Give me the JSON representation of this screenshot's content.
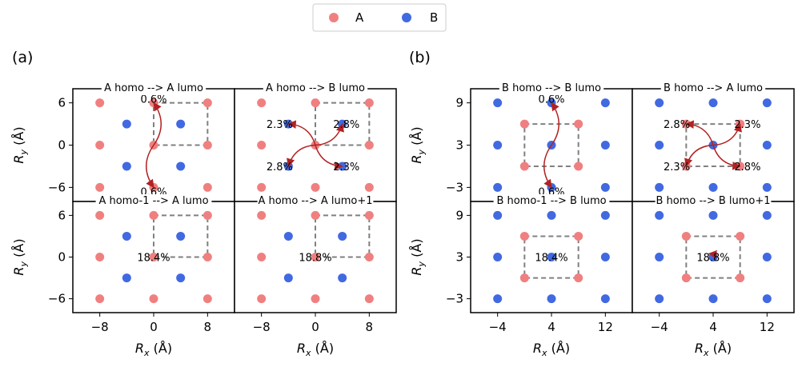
{
  "legend": {
    "position": "top-center",
    "entries": [
      {
        "label": "A",
        "color": "#f08080"
      },
      {
        "label": "B",
        "color": "#4169e1"
      }
    ]
  },
  "panel_labels": [
    "(a)",
    "(b)"
  ],
  "chart_data": [
    {
      "type": "scatter",
      "title": "A homo --> A lumo",
      "xlim": [
        -12,
        12
      ],
      "ylim": [
        -8,
        8
      ],
      "xticks": [
        -8,
        0,
        8
      ],
      "yticks": [
        -6,
        0,
        6
      ],
      "xlabel": "",
      "ylabel": "R_y (Å)",
      "series": [
        {
          "name": "A",
          "color": "#f08080",
          "points": [
            [
              -8,
              6
            ],
            [
              0,
              6
            ],
            [
              8,
              6
            ],
            [
              -8,
              0
            ],
            [
              0,
              0
            ],
            [
              8,
              0
            ],
            [
              -8,
              -6
            ],
            [
              0,
              -6
            ],
            [
              8,
              -6
            ]
          ]
        },
        {
          "name": "B",
          "color": "#4169e1",
          "points": [
            [
              -4,
              3
            ],
            [
              4,
              3
            ],
            [
              -4,
              -3
            ],
            [
              4,
              -3
            ]
          ]
        }
      ],
      "unit_cell": [
        [
          0,
          0
        ],
        [
          8,
          6
        ]
      ],
      "arrows": [
        {
          "to": [
            0,
            6
          ]
        },
        {
          "to": [
            0,
            -6
          ]
        }
      ],
      "annotations": [
        {
          "text": "0.6%",
          "at": [
            0,
            6.6
          ]
        },
        {
          "text": "0.6%",
          "at": [
            0,
            -6.6
          ]
        }
      ]
    },
    {
      "type": "scatter",
      "title": "A homo --> B lumo",
      "xlim": [
        -12,
        12
      ],
      "ylim": [
        -8,
        8
      ],
      "xticks": [
        -8,
        0,
        8
      ],
      "yticks": [
        -6,
        0,
        6
      ],
      "xlabel": "",
      "ylabel": "",
      "series": [
        {
          "name": "A",
          "color": "#f08080",
          "points": [
            [
              -8,
              6
            ],
            [
              0,
              6
            ],
            [
              8,
              6
            ],
            [
              -8,
              0
            ],
            [
              0,
              0
            ],
            [
              8,
              0
            ],
            [
              -8,
              -6
            ],
            [
              0,
              -6
            ],
            [
              8,
              -6
            ]
          ]
        },
        {
          "name": "B",
          "color": "#4169e1",
          "points": [
            [
              -4,
              3
            ],
            [
              4,
              3
            ],
            [
              -4,
              -3
            ],
            [
              4,
              -3
            ]
          ]
        }
      ],
      "unit_cell": [
        [
          0,
          0
        ],
        [
          8,
          6
        ]
      ],
      "arrows": [
        {
          "to": [
            -4,
            3
          ]
        },
        {
          "to": [
            4,
            3
          ]
        },
        {
          "to": [
            -4,
            -3
          ]
        },
        {
          "to": [
            4,
            -3
          ]
        }
      ],
      "annotations": [
        {
          "text": "2.3%",
          "at": [
            -5.3,
            3
          ]
        },
        {
          "text": "2.8%",
          "at": [
            4.6,
            3
          ]
        },
        {
          "text": "2.8%",
          "at": [
            -5.3,
            -3
          ]
        },
        {
          "text": "2.3%",
          "at": [
            4.6,
            -3
          ]
        }
      ]
    },
    {
      "type": "scatter",
      "title": "A homo-1 --> A lumo",
      "xlim": [
        -12,
        12
      ],
      "ylim": [
        -8,
        8
      ],
      "xticks": [
        -8,
        0,
        8
      ],
      "yticks": [
        -6,
        0,
        6
      ],
      "xlabel": "R_x (Å)",
      "ylabel": "R_y (Å)",
      "series": [
        {
          "name": "A",
          "color": "#f08080",
          "points": [
            [
              -8,
              6
            ],
            [
              0,
              6
            ],
            [
              8,
              6
            ],
            [
              -8,
              0
            ],
            [
              0,
              0
            ],
            [
              8,
              0
            ],
            [
              -8,
              -6
            ],
            [
              0,
              -6
            ],
            [
              8,
              -6
            ]
          ]
        },
        {
          "name": "B",
          "color": "#4169e1",
          "points": [
            [
              -4,
              3
            ],
            [
              4,
              3
            ],
            [
              -4,
              -3
            ],
            [
              4,
              -3
            ]
          ]
        }
      ],
      "unit_cell": [
        [
          0,
          0
        ],
        [
          8,
          6
        ]
      ],
      "arrows": [],
      "annotations": [
        {
          "text": "18.4%",
          "at": [
            0,
            0
          ]
        }
      ]
    },
    {
      "type": "scatter",
      "title": "A homo --> A lumo+1",
      "xlim": [
        -12,
        12
      ],
      "ylim": [
        -8,
        8
      ],
      "xticks": [
        -8,
        0,
        8
      ],
      "yticks": [
        -6,
        0,
        6
      ],
      "xlabel": "R_x (Å)",
      "ylabel": "",
      "series": [
        {
          "name": "A",
          "color": "#f08080",
          "points": [
            [
              -8,
              6
            ],
            [
              0,
              6
            ],
            [
              8,
              6
            ],
            [
              -8,
              0
            ],
            [
              0,
              0
            ],
            [
              8,
              0
            ],
            [
              -8,
              -6
            ],
            [
              0,
              -6
            ],
            [
              8,
              -6
            ]
          ]
        },
        {
          "name": "B",
          "color": "#4169e1",
          "points": [
            [
              -4,
              3
            ],
            [
              4,
              3
            ],
            [
              -4,
              -3
            ],
            [
              4,
              -3
            ]
          ]
        }
      ],
      "unit_cell": [
        [
          0,
          0
        ],
        [
          8,
          6
        ]
      ],
      "arrows": [],
      "annotations": [
        {
          "text": "18.8%",
          "at": [
            0,
            0
          ]
        }
      ]
    },
    {
      "type": "scatter",
      "title": "B homo --> B lumo",
      "xlim": [
        -8,
        16
      ],
      "ylim": [
        -5,
        11
      ],
      "xticks": [
        -4,
        4,
        12
      ],
      "yticks": [
        -3,
        3,
        9
      ],
      "xlabel": "",
      "ylabel": "R_y (Å)",
      "series": [
        {
          "name": "A",
          "color": "#f08080",
          "points": [
            [
              0,
              6
            ],
            [
              8,
              6
            ],
            [
              0,
              0
            ],
            [
              8,
              0
            ]
          ]
        },
        {
          "name": "B",
          "color": "#4169e1",
          "points": [
            [
              -4,
              9
            ],
            [
              4,
              9
            ],
            [
              12,
              9
            ],
            [
              -4,
              3
            ],
            [
              4,
              3
            ],
            [
              12,
              3
            ],
            [
              -4,
              -3
            ],
            [
              4,
              -3
            ],
            [
              12,
              -3
            ]
          ]
        }
      ],
      "unit_cell": [
        [
          0,
          0
        ],
        [
          8,
          6
        ]
      ],
      "arrows": [
        {
          "from": [
            4,
            3
          ],
          "to": [
            4,
            9
          ]
        },
        {
          "from": [
            4,
            3
          ],
          "to": [
            4,
            -3
          ]
        }
      ],
      "annotations": [
        {
          "text": "0.6%",
          "at": [
            4,
            9.6
          ]
        },
        {
          "text": "0.6%",
          "at": [
            4,
            -3.6
          ]
        }
      ]
    },
    {
      "type": "scatter",
      "title": "B homo --> A lumo",
      "xlim": [
        -8,
        16
      ],
      "ylim": [
        -5,
        11
      ],
      "xticks": [
        -4,
        4,
        12
      ],
      "yticks": [
        -3,
        3,
        9
      ],
      "xlabel": "",
      "ylabel": "",
      "series": [
        {
          "name": "A",
          "color": "#f08080",
          "points": [
            [
              0,
              6
            ],
            [
              8,
              6
            ],
            [
              0,
              0
            ],
            [
              8,
              0
            ]
          ]
        },
        {
          "name": "B",
          "color": "#4169e1",
          "points": [
            [
              -4,
              9
            ],
            [
              4,
              9
            ],
            [
              12,
              9
            ],
            [
              -4,
              3
            ],
            [
              4,
              3
            ],
            [
              12,
              3
            ],
            [
              -4,
              -3
            ],
            [
              4,
              -3
            ],
            [
              12,
              -3
            ]
          ]
        }
      ],
      "unit_cell": [
        [
          0,
          0
        ],
        [
          8,
          6
        ]
      ],
      "arrows": [
        {
          "from": [
            4,
            3
          ],
          "to": [
            0,
            6
          ]
        },
        {
          "from": [
            4,
            3
          ],
          "to": [
            8,
            6
          ]
        },
        {
          "from": [
            4,
            3
          ],
          "to": [
            0,
            0
          ]
        },
        {
          "from": [
            4,
            3
          ],
          "to": [
            8,
            0
          ]
        }
      ],
      "annotations": [
        {
          "text": "2.8%",
          "at": [
            -1.4,
            6
          ]
        },
        {
          "text": "2.3%",
          "at": [
            9.1,
            6
          ]
        },
        {
          "text": "2.3%",
          "at": [
            -1.4,
            0
          ]
        },
        {
          "text": "2.8%",
          "at": [
            9.1,
            0
          ]
        }
      ]
    },
    {
      "type": "scatter",
      "title": "B homo-1 --> B lumo",
      "xlim": [
        -8,
        16
      ],
      "ylim": [
        -5,
        11
      ],
      "xticks": [
        -4,
        4,
        12
      ],
      "yticks": [
        -3,
        3,
        9
      ],
      "xlabel": "R_x (Å)",
      "ylabel": "R_y (Å)",
      "series": [
        {
          "name": "A",
          "color": "#f08080",
          "points": [
            [
              0,
              6
            ],
            [
              8,
              6
            ],
            [
              0,
              0
            ],
            [
              8,
              0
            ]
          ]
        },
        {
          "name": "B",
          "color": "#4169e1",
          "points": [
            [
              -4,
              9
            ],
            [
              4,
              9
            ],
            [
              12,
              9
            ],
            [
              -4,
              3
            ],
            [
              4,
              3
            ],
            [
              12,
              3
            ],
            [
              -4,
              -3
            ],
            [
              4,
              -3
            ],
            [
              12,
              -3
            ]
          ]
        }
      ],
      "unit_cell": [
        [
          0,
          0
        ],
        [
          8,
          6
        ]
      ],
      "arrows": [],
      "annotations": [
        {
          "text": "18.4%",
          "at": [
            4,
            3
          ]
        }
      ]
    },
    {
      "type": "scatter",
      "title": "B homo --> B lumo+1",
      "xlim": [
        -8,
        16
      ],
      "ylim": [
        -5,
        11
      ],
      "xticks": [
        -4,
        4,
        12
      ],
      "yticks": [
        -3,
        3,
        9
      ],
      "xlabel": "R_x (Å)",
      "ylabel": "",
      "series": [
        {
          "name": "A",
          "color": "#f08080",
          "points": [
            [
              0,
              6
            ],
            [
              8,
              6
            ],
            [
              0,
              0
            ],
            [
              8,
              0
            ]
          ]
        },
        {
          "name": "B",
          "color": "#4169e1",
          "points": [
            [
              -4,
              9
            ],
            [
              4,
              9
            ],
            [
              12,
              9
            ],
            [
              -4,
              3
            ],
            [
              4,
              3
            ],
            [
              12,
              3
            ],
            [
              -4,
              -3
            ],
            [
              4,
              -3
            ],
            [
              12,
              -3
            ]
          ]
        }
      ],
      "unit_cell": [
        [
          0,
          0
        ],
        [
          8,
          6
        ]
      ],
      "arrows": [
        {
          "from": [
            4,
            3
          ],
          "to": [
            3.4,
            3.5
          ]
        }
      ],
      "annotations": [
        {
          "text": "18.8%",
          "at": [
            4,
            3
          ]
        }
      ]
    }
  ]
}
